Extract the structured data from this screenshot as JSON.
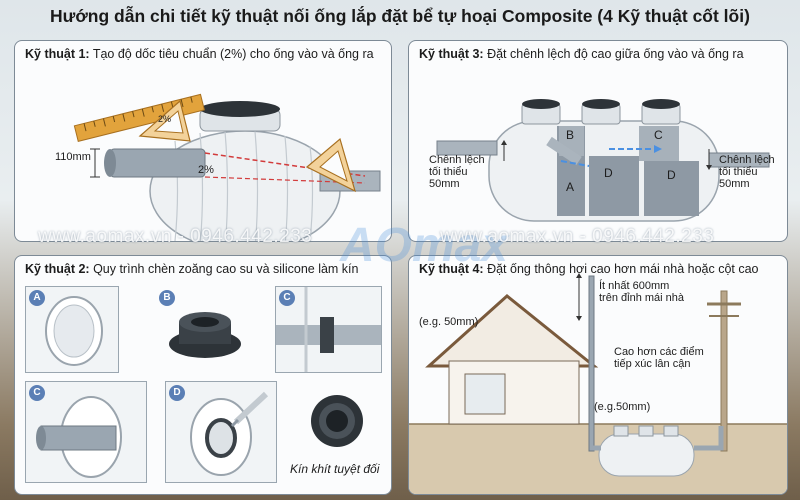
{
  "title": "Hướng dẫn chi tiết kỹ thuật nối ống lắp đặt bể tự hoại Composite (4 Kỹ thuật cốt lõi)",
  "watermark": {
    "left": "www.aomax.vn - 0946.442.233",
    "right": "www.aomax.vn - 0946.442.233",
    "logo": "AOmax"
  },
  "panel1": {
    "num": "Kỹ thuật 1:",
    "text": " Tạo độ dốc tiêu chuẩn (2%) cho ống vào và ống ra",
    "label_110": "110mm",
    "label_2pct": "2%",
    "ruler_mark": "2%"
  },
  "panel2": {
    "num": "Kỹ thuật 3:",
    "text": " Đặt chênh lệch độ cao giữa ống vào và ống ra",
    "left_label": "Chênh lệch\ntối thiểu\n50mm",
    "right_label": "Chênh lệch\ntối thiểu\n50mm",
    "chambers": [
      "A",
      "B",
      "C",
      "D",
      "D"
    ]
  },
  "panel3": {
    "num": "Kỹ thuật 2:",
    "text": " Quy trình chèn zoăng cao su và silicone làm kín",
    "tags": [
      "A",
      "B",
      "C",
      "C",
      "D"
    ],
    "seal_caption": "Kín khít tuyệt đối"
  },
  "panel4": {
    "num": "Kỹ thuật 4:",
    "text": " Đặt ống thông hơi cao hơn mái nhà hoặc cột cao",
    "eg_top": "(e.g. 50mm)",
    "vent_label": "Ít nhất 600mm\ntrên đỉnh mái nhà",
    "contact_label": "Cao hơn các điểm\ntiếp xúc lân cận",
    "eg_bottom": "(e.g.50mm)"
  },
  "colors": {
    "accent": "#5b7fb5",
    "pipe": "#8e9aa5",
    "ruler": "#e2a33c",
    "slope": "#d23b3b"
  }
}
